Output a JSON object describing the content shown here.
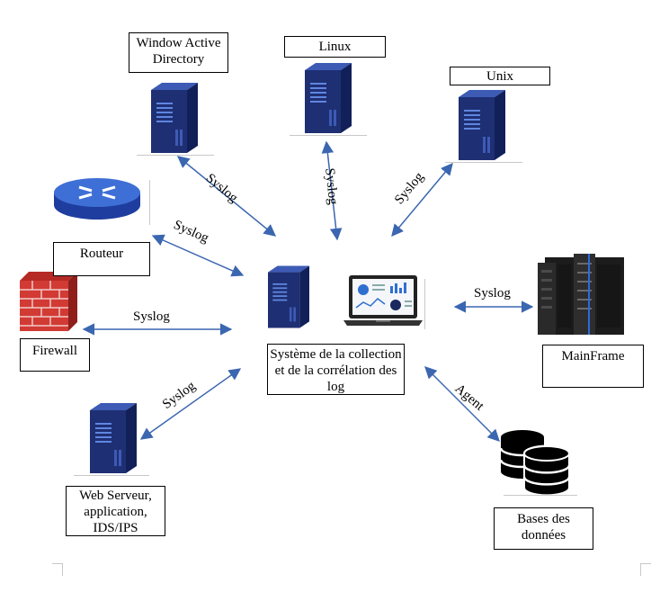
{
  "nodes": {
    "windows_ad": "Window Active Directory",
    "linux": "Linux",
    "unix": "Unix",
    "routeur": "Routeur",
    "firewall": "Firewall",
    "siem": "Système de la collection et de la corrélation des log",
    "mainframe": "MainFrame",
    "web": "Web Serveur, application, IDS/IPS",
    "db": "Bases des données"
  },
  "links": {
    "windows": "Syslog",
    "linux": "Syslog",
    "unix": "Syslog",
    "routeur": "Syslog",
    "firewall": "Syslog",
    "web": "Syslog",
    "mainframe": "Syslog",
    "db": "Agent"
  },
  "colors": {
    "arrow": "#3b66b0",
    "server": "#1f2f73",
    "server_light": "#3d5bb5",
    "firewall": "#d23a34"
  }
}
